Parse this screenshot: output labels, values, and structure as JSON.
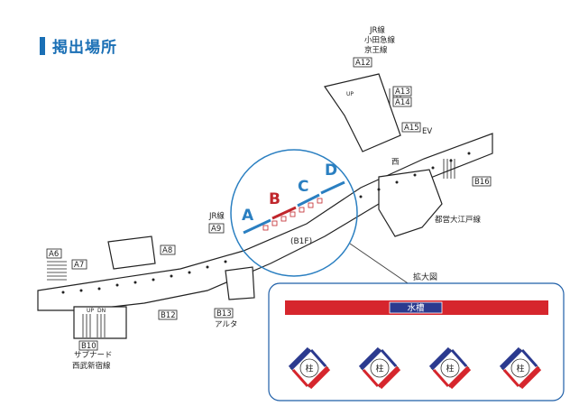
{
  "page": {
    "title": "掲出場所",
    "accent": "#1a6fb5"
  },
  "map": {
    "zone_labels": [
      {
        "id": "A",
        "text": "A",
        "color": "#2a7fc1"
      },
      {
        "id": "B",
        "text": "B",
        "color": "#c0262c"
      },
      {
        "id": "C",
        "text": "C",
        "color": "#2a7fc1"
      },
      {
        "id": "D",
        "text": "D",
        "color": "#2a7fc1"
      }
    ],
    "floor_label": "(B1F)",
    "exits": [
      "A6",
      "A7",
      "A8",
      "A9",
      "A12",
      "A13",
      "A14",
      "A15",
      "B10",
      "B12",
      "B13",
      "B16"
    ],
    "jr_top": [
      "JR線",
      "小田急線",
      "京王線"
    ],
    "jr_left": "JR線",
    "subnade": "サブナード",
    "seibu": "西武新宿線",
    "alta": "アルタ",
    "oedo": "都営大江戸線",
    "west": "西",
    "ev": "EV",
    "up": "UP",
    "dn": "DN"
  },
  "inset": {
    "label": "拡大図",
    "water_tank": "水槽",
    "pillar": "柱",
    "pillar_count": 4,
    "colors": {
      "red": "#d6262d",
      "blue": "#2b3a8f",
      "frame": "#1f5fa8"
    }
  }
}
